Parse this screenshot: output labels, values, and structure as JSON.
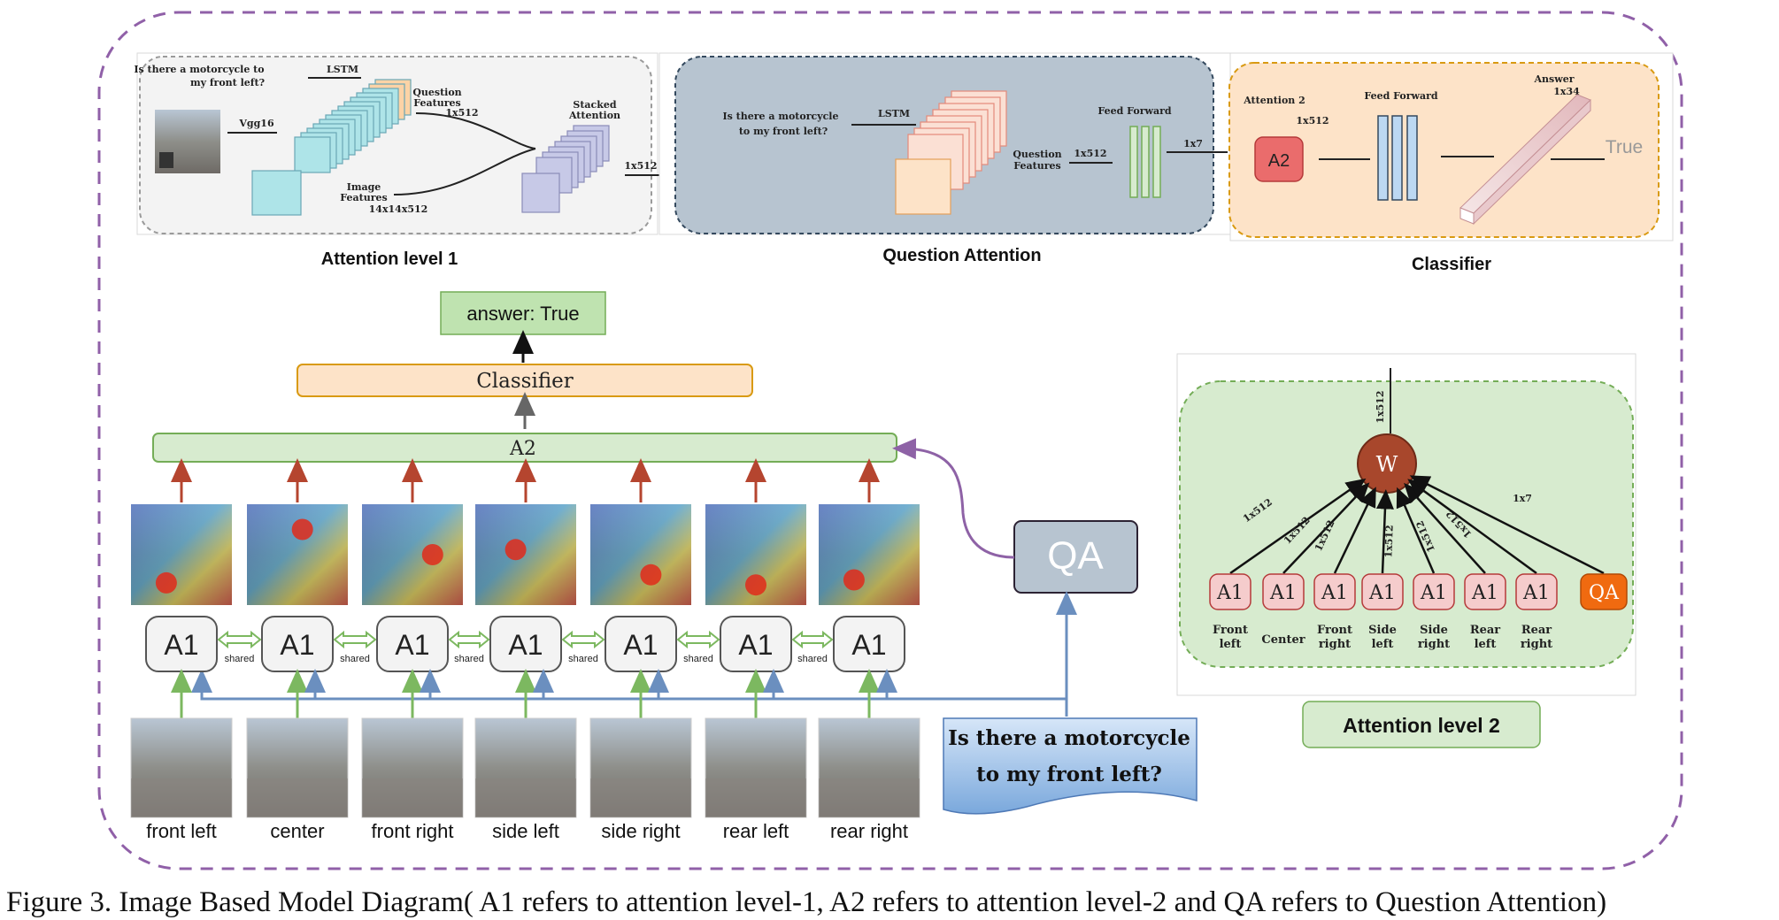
{
  "caption": "Figure 3. Image Based Model Diagram( A1 refers to attention level-1, A2 refers to attention level-2 and QA refers to Question Attention)",
  "panel_att1": {
    "title": "Attention level 1",
    "question": [
      "Is there a motorcycle to",
      "my front left?"
    ],
    "lstm": "LSTM",
    "vgg": "Vgg16",
    "question_features": [
      "Question",
      "Features"
    ],
    "question_dim": "1x512",
    "image_features": [
      "Image",
      "Features"
    ],
    "image_dim": "14x14x512",
    "stacked": [
      "Stacked",
      "Attention"
    ],
    "out_dim": "1x512"
  },
  "panel_qa": {
    "title": "Question Attention",
    "question": [
      "Is there a motorcycle",
      "to my front left?"
    ],
    "lstm": "LSTM",
    "question_features": [
      "Question",
      "Features"
    ],
    "dim1": "1x512",
    "feed_forward": "Feed Forward",
    "dim2": "1x7"
  },
  "panel_cls": {
    "title": "Classifier",
    "attention2": "Attention 2",
    "dim": "1x512",
    "a2": "A2",
    "feed_forward": "Feed Forward",
    "answer": "Answer",
    "answer_dim": "1x34",
    "true_label": "True"
  },
  "pipeline": {
    "answer": "answer: True",
    "classifier": "Classifier",
    "a2": "A2",
    "qa": "QA",
    "a1": "A1",
    "shared": "shared",
    "question": [
      "Is there a motorcycle",
      "to my front left?"
    ],
    "views": [
      "front left",
      "center",
      "front right",
      "side left",
      "side right",
      "rear left",
      "rear right"
    ]
  },
  "att2": {
    "title": "Attention level 2",
    "w": "W",
    "a1": "A1",
    "qa": "QA",
    "out_dim": "1x512",
    "edge_dims": [
      "1x512",
      "1x512",
      "1x512",
      "1x512",
      "1x512",
      "1x512"
    ],
    "qa_dim": "1x7",
    "labels": [
      [
        "Front",
        "left"
      ],
      [
        "Center"
      ],
      [
        "Front",
        "right"
      ],
      [
        "Side",
        "left"
      ],
      [
        "Side",
        "right"
      ],
      [
        "Rear",
        "left"
      ],
      [
        "Rear",
        "right"
      ]
    ]
  },
  "colors": {
    "dashed_border": "#9060a8",
    "green_box": "#d7ebcf",
    "green_stroke": "#74ad57",
    "orange_box": "#fde3c8",
    "orange_stroke": "#d99a12",
    "qa_box": "#b7c4d0",
    "red_arrow": "#b5452f",
    "blue_arrow": "#6b8fbf",
    "node_w": "#a8472c",
    "a1_pink": "#f5cccc",
    "qa_orange": "#f06a10"
  }
}
